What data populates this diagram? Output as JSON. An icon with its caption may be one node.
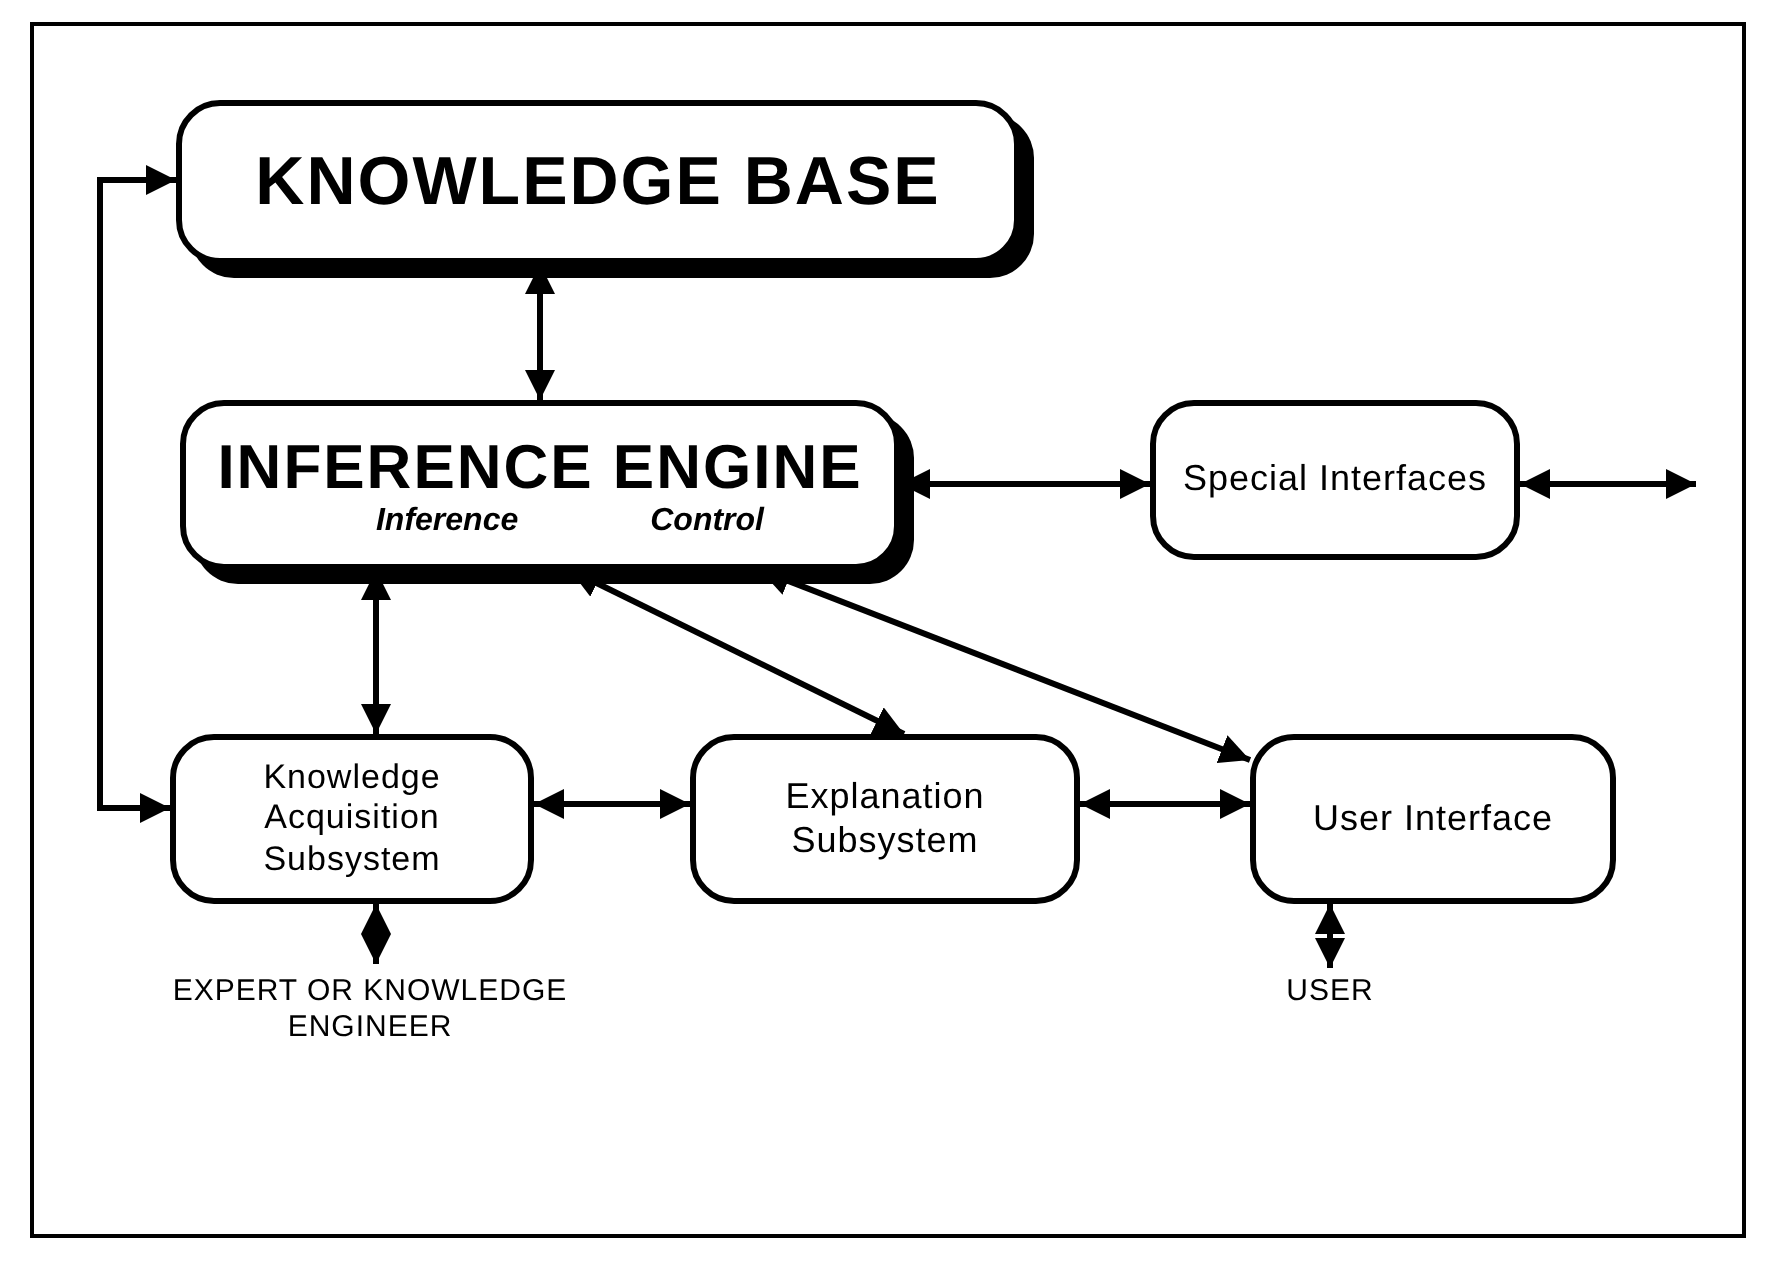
{
  "diagram": {
    "nodes": [
      {
        "text": [
          "KNOWLEDGE BASE"
        ]
      },
      {
        "text": [
          "INFERENCE ENGINE",
          "Inference",
          "Control"
        ]
      },
      {
        "text": [
          "Special Interfaces"
        ]
      },
      {
        "text": [
          "Knowledge Acquisition Subsystem"
        ]
      },
      {
        "text": [
          "Explanation Subsystem"
        ]
      },
      {
        "text": [
          "User Interface"
        ]
      },
      {
        "text": [
          "EXPERT OR KNOWLEDGE ENGINEER"
        ]
      },
      {
        "text": [
          "USER"
        ]
      }
    ],
    "edges": [
      {
        "from": 0,
        "to": 1,
        "arrow": "both"
      },
      {
        "from": 1,
        "to": 2,
        "arrow": "both"
      },
      {
        "from": 2,
        "to": null,
        "arrow": "both"
      },
      {
        "from": 1,
        "to": 3,
        "arrow": "both"
      },
      {
        "from": 1,
        "to": 4,
        "arrow": "both"
      },
      {
        "from": 1,
        "to": 5,
        "arrow": "both"
      },
      {
        "from": 3,
        "to": 4,
        "arrow": "both"
      },
      {
        "from": 4,
        "to": 5,
        "arrow": "both"
      },
      {
        "from": 3,
        "to": 6,
        "arrow": "both"
      },
      {
        "from": 5,
        "to": 7,
        "arrow": "both"
      },
      {
        "from": 0,
        "to": 3,
        "arrow": "both"
      }
    ]
  }
}
